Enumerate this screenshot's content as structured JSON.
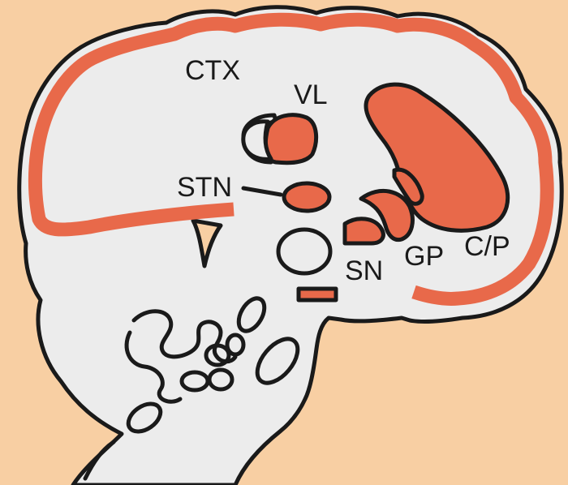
{
  "diagram": {
    "labels": {
      "ctx": "CTX",
      "vl": "VL",
      "stn": "STN",
      "sn": "SN",
      "gp": "GP",
      "cp": "C/P"
    },
    "colors": {
      "background": "#f8cfa3",
      "tissue": "#ececec",
      "highlight": "#e8694a",
      "outline": "#1a1a1a"
    }
  }
}
